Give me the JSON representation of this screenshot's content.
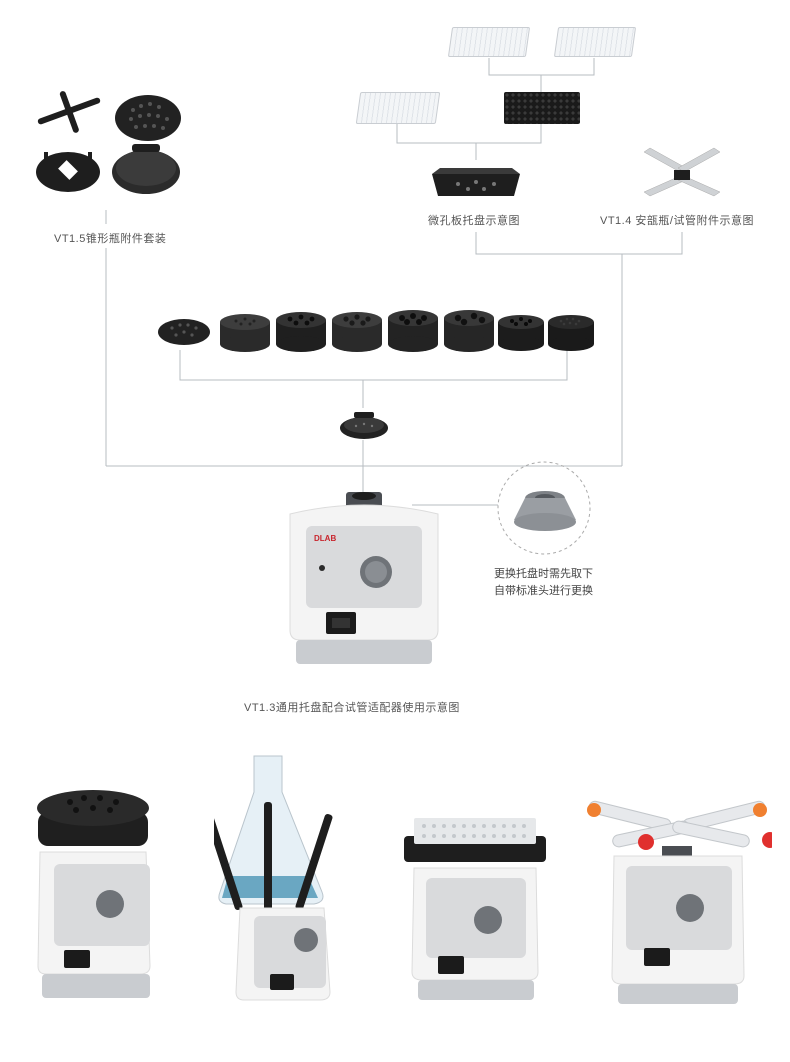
{
  "captions": {
    "vt15": "VT1.5锥形瓶附件套装",
    "microplate": "微孔板托盘示意图",
    "vt14": "VT1.4 安瓿瓶/试管附件示意图",
    "vt13": "VT1.3通用托盘配合试管适配器使用示意图"
  },
  "note": {
    "line1": "更换托盘时需先取下",
    "line2": "自带标准头进行更换"
  },
  "brand": "DLAB",
  "colors": {
    "line": "#b7bcc2",
    "body": "#f2f2f2",
    "panel": "#d9dadc",
    "dark": "#1e1e1e",
    "accent_red": "#e0302e"
  }
}
